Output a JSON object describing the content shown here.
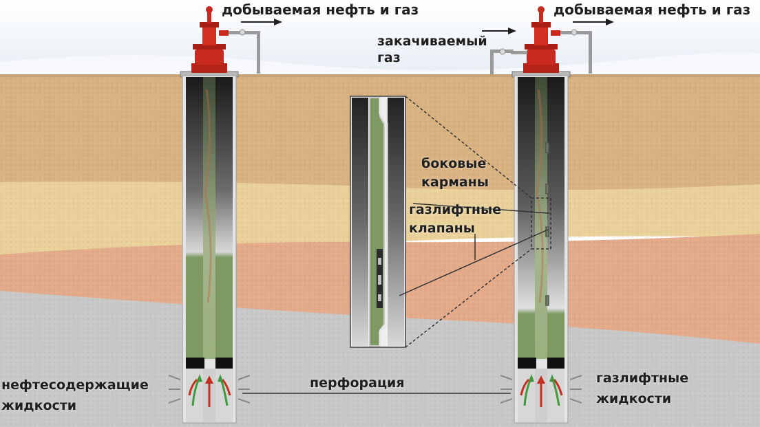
{
  "labels": {
    "produced_left": "добываемая нефть и газ",
    "produced_right": "добываемая нефть и газ",
    "injected_line1": "закачиваемый",
    "injected_line2": "газ",
    "side_pockets_line1": "боковые",
    "side_pockets_line2": "карманы",
    "valves_line1": "газлифтные",
    "valves_line2": "клапаны",
    "oil_fluids_line1": "нефтесодержащие",
    "oil_fluids_line2": "жидкости",
    "perforation": "перфорация",
    "gaslift_fluids_line1": "газлифтные",
    "gaslift_fluids_line2": "жидкости"
  },
  "colors": {
    "sky": "#eef3f8",
    "ground_top": "#d9b281",
    "sand_layer": "#ead19a",
    "clay_layer": "#e3ab8a",
    "rock_layer": "#c8c8c8",
    "wellhead": "#c9291e",
    "tubing_fluid": "#7e9a62",
    "arrow": "#1f1f1f",
    "flow_green": "#3f9a3f",
    "flow_red": "#c43020"
  }
}
